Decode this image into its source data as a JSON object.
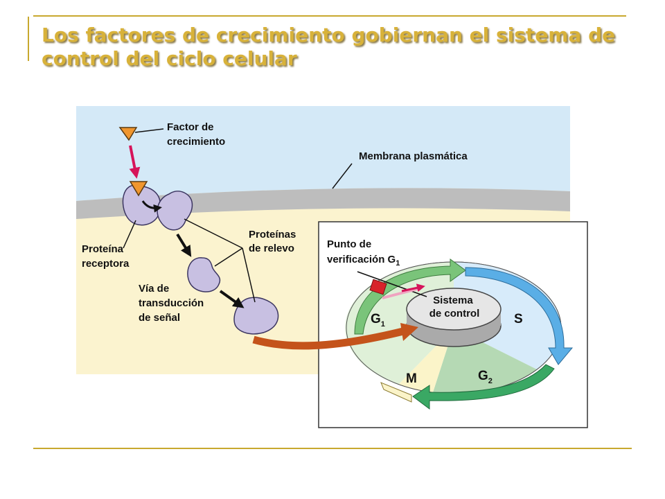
{
  "title": "Los factores de crecimiento gobiernan el sistema de control del ciclo celular",
  "colors": {
    "accent_gold": "#d8b23a",
    "extracellular": "#d4e9f7",
    "cytoplasm": "#fbf3cf",
    "membrane": "#bdbdbd",
    "protein": "#c8c0e2",
    "signal_arrow": "#c4531b",
    "growth_factor": "#f0962e",
    "checkpoint": "#d8232a",
    "phase_G1": "#dff0d8",
    "phase_S": "#d7ebfa",
    "phase_G2": "#b5d9b4",
    "phase_M": "#fbf4c9",
    "arrow_G1": "#7ac47a",
    "arrow_S": "#5aaee6",
    "arrow_G2": "#3aa864"
  },
  "labels": {
    "growth_factor": [
      "Factor de",
      "crecimiento"
    ],
    "plasma_membrane": "Membrana plasmática",
    "receptor": [
      "Proteína",
      "receptora"
    ],
    "relay": [
      "Proteínas",
      "de relevo"
    ],
    "pathway": [
      "Vía de",
      "transducción",
      "de señal"
    ],
    "checkpoint": [
      "Punto de",
      "verificación G"
    ],
    "checkpoint_sub": "1",
    "control_system": [
      "Sistema",
      "de control"
    ],
    "phases": {
      "G": "G",
      "G1_sub": "1",
      "S": "S",
      "G2_sub": "2",
      "M": "M"
    }
  },
  "icons": [
    "growth-factor-triangle-icon",
    "receptor-protein-icon",
    "relay-protein-icon",
    "checkpoint-icon",
    "signal-arrow-icon"
  ]
}
